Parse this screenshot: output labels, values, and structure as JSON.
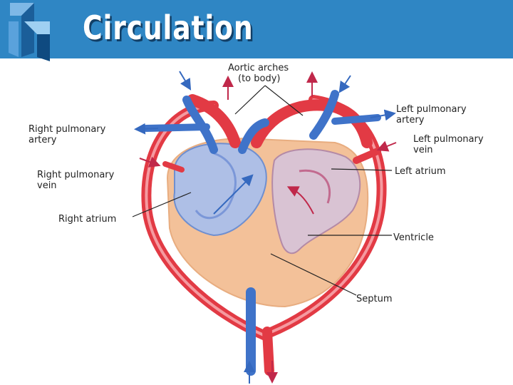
{
  "slide": {
    "title": "Circulation"
  },
  "labels": {
    "aortic_arches_1": "Aortic arches",
    "aortic_arches_2": "(to body)",
    "left_pulmonary_artery_1": "Left pulmonary",
    "left_pulmonary_artery_2": "artery",
    "left_pulmonary_vein_1": "Left pulmonary",
    "left_pulmonary_vein_2": "vein",
    "left_atrium": "Left atrium",
    "ventricle": "Ventricle",
    "septum": "Septum",
    "right_pulmonary_artery_1": "Right pulmonary",
    "right_pulmonary_artery_2": "artery",
    "right_pulmonary_vein_1": "Right pulmonary",
    "right_pulmonary_vein_2": "vein",
    "right_atrium": "Right atrium"
  },
  "colors": {
    "header_bg": "#2f86c4",
    "artery_red": "#e23a44",
    "vein_blue": "#3f73c9",
    "ventricle_peach": "#f3c199",
    "atrium_blue": "#aebfe6",
    "atrium_pink": "#d9c3d3"
  }
}
